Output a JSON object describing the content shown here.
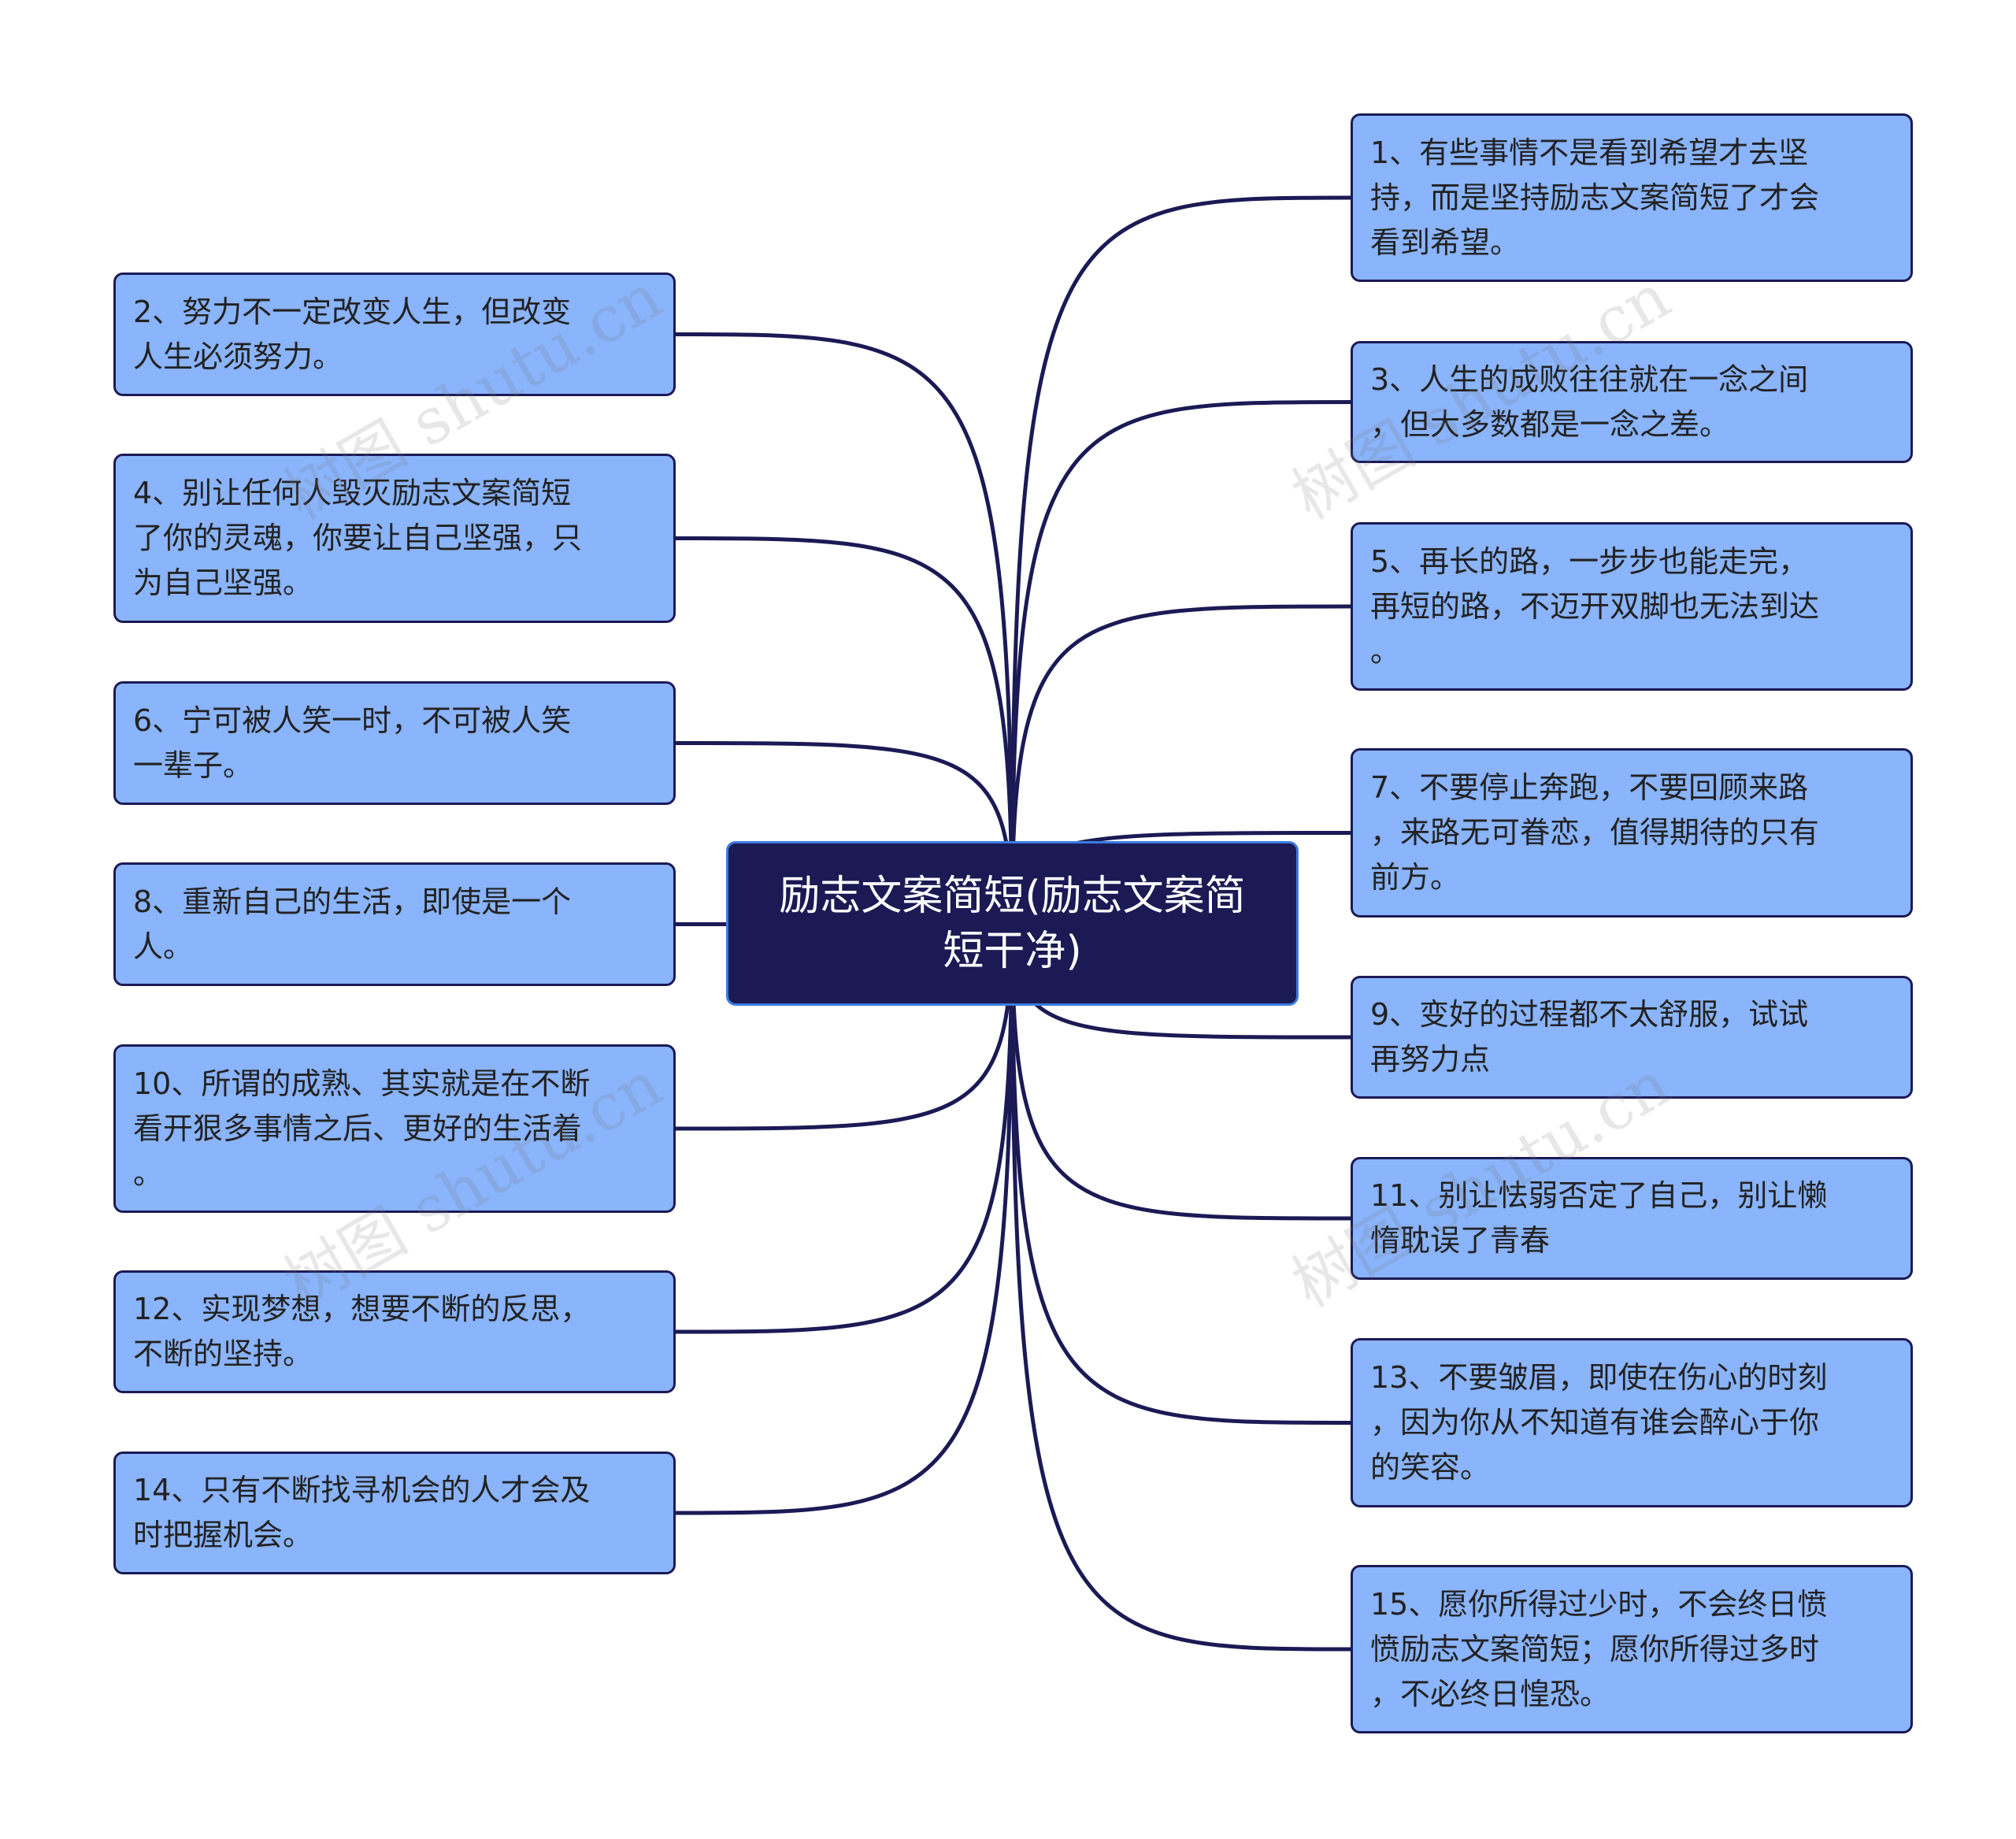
{
  "center": {
    "title": "励志文案简短(励志文案简\n短干净)"
  },
  "left_nodes": [
    {
      "text": "2、努力不一定改变人生，但改变\n人生必须努力。"
    },
    {
      "text": "4、别让任何人毁灭励志文案简短\n了你的灵魂，你要让自己坚强，只\n为自己坚强。"
    },
    {
      "text": "6、宁可被人笑一时，不可被人笑\n一辈子。"
    },
    {
      "text": "8、重新自己的生活，即使是一个\n人。"
    },
    {
      "text": "10、所谓的成熟、其实就是在不断\n看开狠多事情之后、更好的生活着\n。"
    },
    {
      "text": "12、实现梦想，想要不断的反思，\n不断的坚持。"
    },
    {
      "text": "14、只有不断找寻机会的人才会及\n时把握机会。"
    }
  ],
  "right_nodes": [
    {
      "text": "1、有些事情不是看到希望才去坚\n持，而是坚持励志文案简短了才会\n看到希望。"
    },
    {
      "text": "3、人生的成败往往就在一念之间\n，但大多数都是一念之差。"
    },
    {
      "text": "5、再长的路，一步步也能走完，\n再短的路，不迈开双脚也无法到达\n。"
    },
    {
      "text": "7、不要停止奔跑，不要回顾来路\n，来路无可眷恋，值得期待的只有\n前方。"
    },
    {
      "text": "9、变好的过程都不太舒服，试试\n再努力点"
    },
    {
      "text": "11、别让怯弱否定了自己，别让懒\n惰耽误了青春"
    },
    {
      "text": "13、不要皱眉，即使在伤心的时刻\n，因为你从不知道有谁会醉心于你\n的笑容。"
    },
    {
      "text": "15、愿你所得过少时，不会终日愤\n愤励志文案简短；愿你所得过多时\n，不必终日惶恐。"
    }
  ],
  "watermark": "树图 shutu.cn",
  "colors": {
    "node_fill": "#8ab4fb",
    "center_fill": "#1b1a55",
    "link": "#1b1a55"
  }
}
